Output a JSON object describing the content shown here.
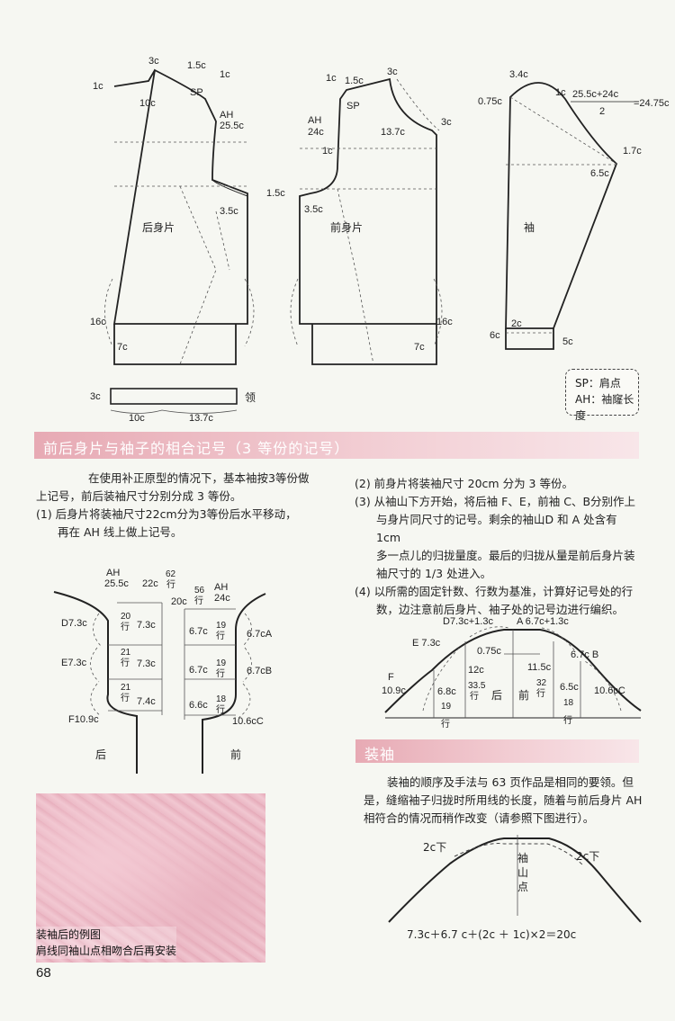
{
  "pattern_top": {
    "back_label": "后身片",
    "front_label": "前身片",
    "sleeve_label": "袖",
    "collar_label": "领",
    "back_dims": {
      "neck_w": "3c",
      "shoulder_sp": "1.5c",
      "shoulder_1c": "1c",
      "sp": "SP",
      "left_1c": "1c",
      "neck_10c": "10c",
      "ah": "AH",
      "ah_val": "25.5c",
      "armhole_35": "3.5c",
      "side_16c": "16c",
      "rib_7c": "7c"
    },
    "front_dims": {
      "top_1c": "1c",
      "top_15c": "1.5c",
      "top_3c": "3c",
      "sp": "SP",
      "ah": "AH",
      "ah_val": "24c",
      "neck_137": "13.7c",
      "neck_3c": "3c",
      "mid_1c": "1c",
      "left_15c": "1.5c",
      "armhole_35": "3.5c",
      "side_16c": "16c",
      "rib_7c": "7c"
    },
    "sleeve_dims": {
      "top_34": "3.4c",
      "left_075": "0.75c",
      "one_c": "1c",
      "formula_num": "25.5c+24c",
      "formula_den": "2",
      "formula_res": "=24.75c",
      "right_17": "1.7c",
      "cap_65": "6.5c",
      "cuff_2c": "2c",
      "cuff_6c": "6c",
      "cuff_5c": "5c"
    },
    "collar_dims": {
      "h": "3c",
      "w1": "10c",
      "w2": "13.7c"
    }
  },
  "legend": {
    "line1": "SP：肩点",
    "line2": "AH：袖窿长度"
  },
  "section1": {
    "heading": "前后身片与袖子的相合记号（3 等份的记号）",
    "left_para": [
      "在使用补正原型的情况下，基本袖按3等份做",
      "上记号，前后装袖尺寸分别分成 3 等份。",
      "(1) 后身片将装袖尺寸22cm分为3等份后水平移动，",
      "再在 AH 线上做上记号。"
    ],
    "right_para": [
      "(2) 前身片将装袖尺寸 20cm 分为 3 等份。",
      "(3) 从袖山下方开始，将后袖 F、E，前袖 C、B分别作上",
      "与身片同尺寸的记号。剩余的袖山D 和 A 处含有 1cm",
      "多一点儿的归拢量度。最后的归拢从量是前后身片装",
      "袖尺寸的 1/3 处进入。",
      "(4) 以所需的固定针数、行数为基准，计算好记号处的行",
      "数，边注意前后身片、袖子处的记号边进行编织。"
    ]
  },
  "diagram_armhole": {
    "ah_back": "AH",
    "ah_back_val": "25.5c",
    "val_22c": "22c",
    "val_62": "62",
    "val_20c": "20c",
    "val_56": "56",
    "ah_front": "AH",
    "ah_front_val": "24c",
    "d_label": "D7.3c",
    "e_label": "E7.3c",
    "f_label": "F10.9c",
    "row20": "20",
    "row21a": "21",
    "row21b": "21",
    "row_unit": "行",
    "c_73a": "7.3c",
    "c_73b": "7.3c",
    "c_74": "7.4c",
    "f_67a": "6.7c",
    "f_67b": "6.7c",
    "f_66": "6.6c",
    "row19a": "19",
    "row19b": "19",
    "row18": "18",
    "a_label": "6.7cA",
    "b_label": "6.7cB",
    "c_label": "10.6cC",
    "back": "后",
    "front": "前"
  },
  "diagram_sleeve_cap": {
    "d_top": "D7.3c+1.3c",
    "a_top": "A 6.7c+1.3c",
    "e_label": "E 7.3c",
    "b_label": "6.7c B",
    "f_label": "F",
    "f_val": "10.9c",
    "c_label": "10.6cC",
    "v075": "0.75c",
    "v12c": "12c",
    "v335": "33.5",
    "v68": "6.8c",
    "v19": "19",
    "v115": "11.5c",
    "v32": "32",
    "v65": "6.5c",
    "v18": "18",
    "row_unit": "行",
    "back": "后",
    "front": "前"
  },
  "section2": {
    "heading": "装袖",
    "para": [
      "装袖的顺序及手法与 63 页作品是相同的要领。但",
      "是，缝缩袖子归拢时所用线的长度，随着与前后身片 AH",
      "相符合的情况而稍作改变（请参照下图进行）。"
    ]
  },
  "diagram_setin": {
    "left_2c": "2c下",
    "right_2c": "2c下",
    "sleeve_top": "袖",
    "sleeve_top2": "山",
    "sleeve_top3": "点",
    "formula": "7.3c＋6.7 c＋(2c ＋   1c)×2＝20c"
  },
  "photo": {
    "caption1": "装袖后的例图",
    "caption2": "肩线同袖山点相吻合后再安装"
  },
  "page_number": "68",
  "colors": {
    "band": "#e7aab4",
    "ink": "#1d1d1d",
    "background": "#f6f7f2"
  }
}
